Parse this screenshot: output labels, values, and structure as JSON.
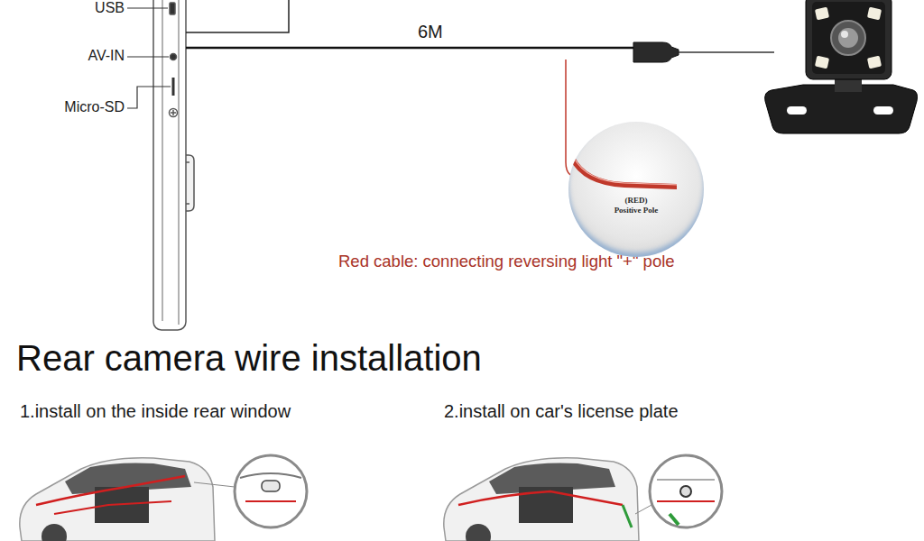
{
  "diagram": {
    "title": "Rear camera wire installation",
    "nodes": [
      {
        "text": [
          "(RED)",
          "Positive Pole"
        ]
      }
    ],
    "labels": [
      "USB",
      "AV-IN",
      "Micro-SD",
      "6M",
      "Red cable: connecting reversing light \"+\" pole",
      "1.install on the inside rear window",
      "2.install on car's license plate"
    ]
  }
}
